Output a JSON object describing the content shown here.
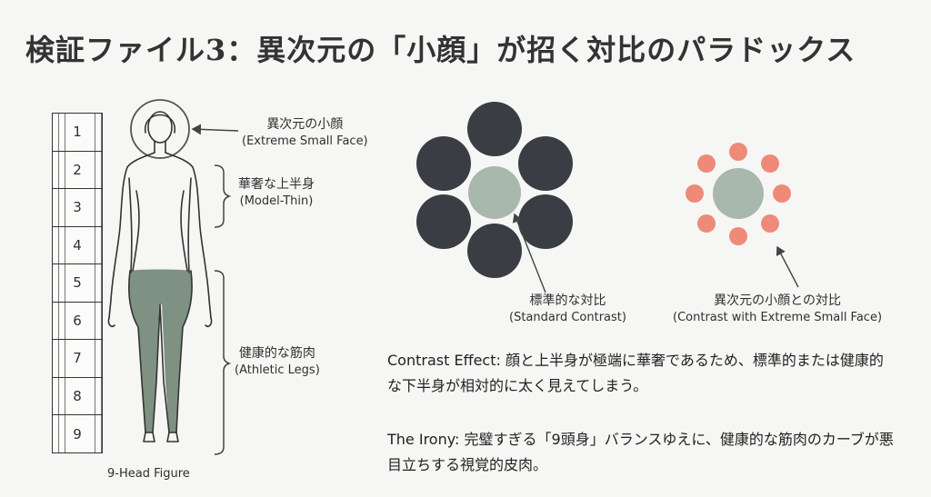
{
  "title": "検証ファイル3：異次元の「小顔」が招く対比のパラドックス",
  "ruler": {
    "numbers": [
      "1",
      "2",
      "3",
      "4",
      "5",
      "6",
      "7",
      "8",
      "9"
    ]
  },
  "figure_label": "9-Head Figure",
  "callouts": {
    "face": {
      "jp": "異次元の小顔",
      "en": "(Extreme Small Face)"
    },
    "upper": {
      "jp": "華奢な上半身",
      "en": "(Model-Thin)"
    },
    "legs": {
      "jp": "健康的な筋肉",
      "en": "(Athletic Legs)"
    }
  },
  "contrast": {
    "standard": {
      "jp": "標準的な対比",
      "en": "(Standard Contrast)"
    },
    "extreme": {
      "jp": "異次元の小顔との対比",
      "en": "(Contrast with Extreme Small Face)"
    }
  },
  "colors": {
    "dark_circle": "#3a3d44",
    "center_circle": "#a8b8ad",
    "salmon": "#f08a78",
    "leg_fill": "#7f9183"
  },
  "paragraphs": {
    "effect_lead": "Contrast Effect:",
    "effect_text": " 顔と上半身が極端に華奢であるため、標準的または健康的な下半身が相対的に太く見えてしまう。",
    "irony_lead": "The Irony:",
    "irony_text": " 完璧すぎる「9頭身」バランスゆえに、健康的な筋肉のカーブが悪目立ちする視覚的皮肉。"
  }
}
